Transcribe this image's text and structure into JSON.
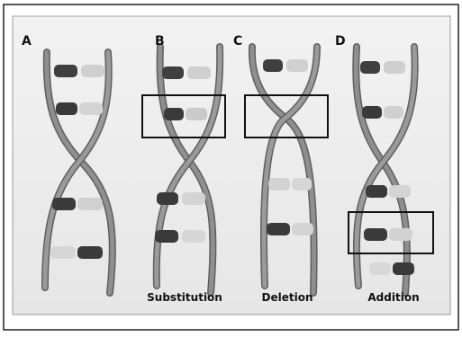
{
  "panels": [
    {
      "id": "A",
      "letter": "A",
      "caption": ""
    },
    {
      "id": "B",
      "letter": "B",
      "caption": "Substitution"
    },
    {
      "id": "C",
      "letter": "C",
      "caption": "Deletion"
    },
    {
      "id": "D",
      "letter": "D",
      "caption": "Addition"
    }
  ],
  "colors": {
    "strand": "#8a8a8a",
    "strand_edge": "#5f5f5f",
    "base_dark": "#3f3f3f",
    "base_light": "#d2d2d2",
    "highlight_box": "#111111",
    "frame": "#222222"
  }
}
